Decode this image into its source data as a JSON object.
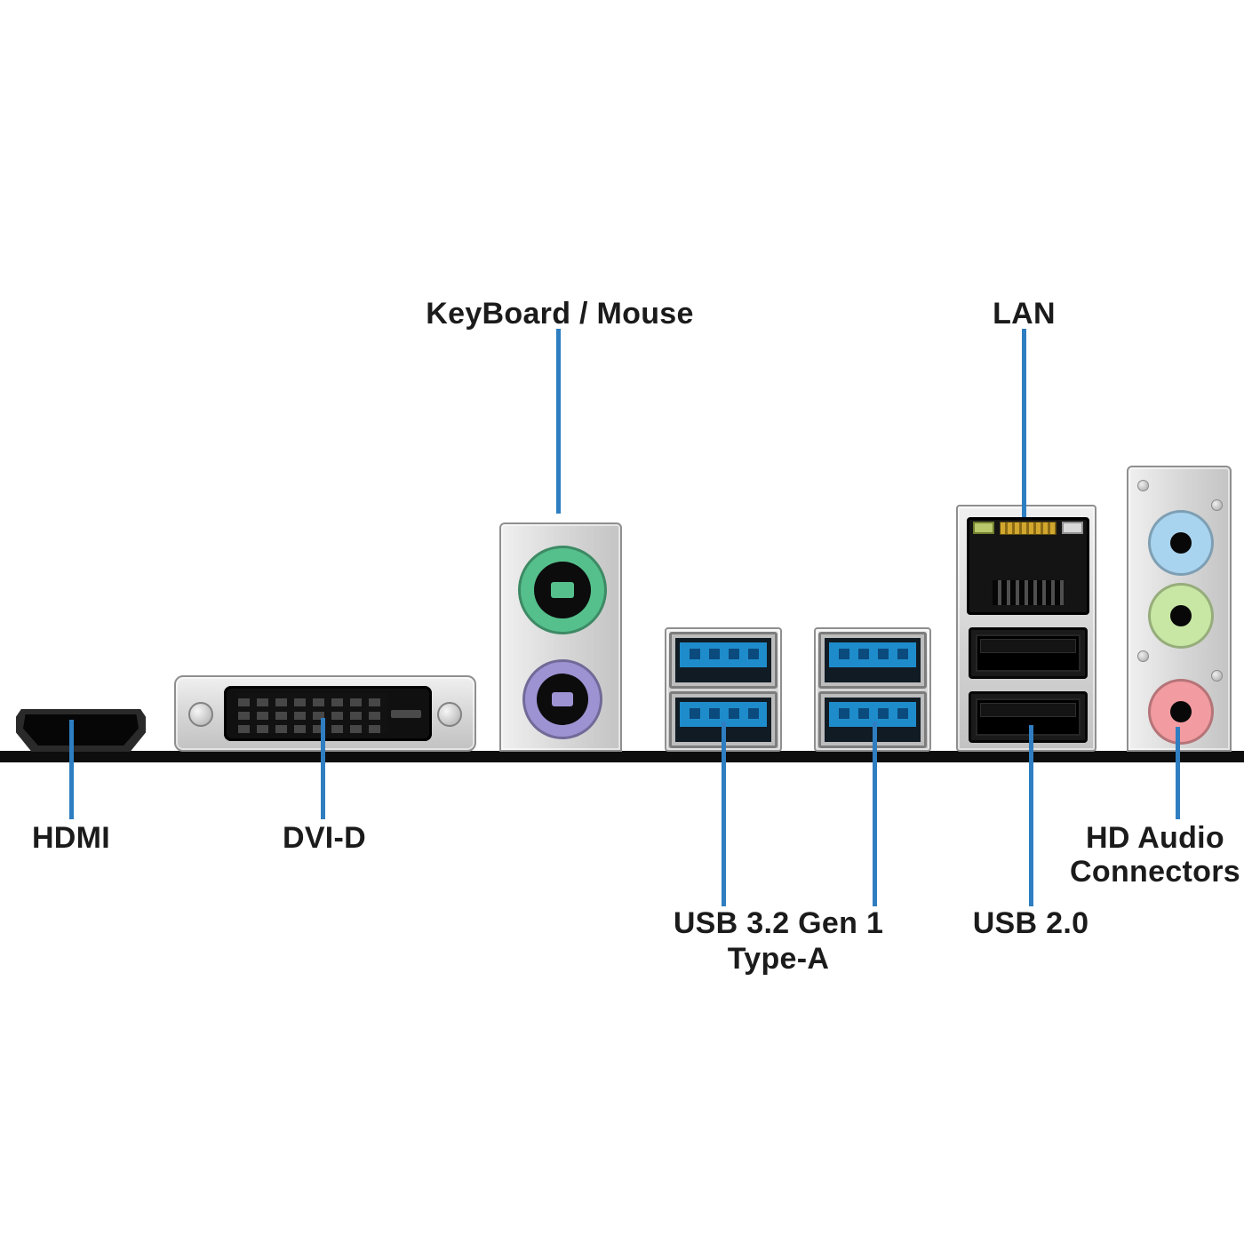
{
  "labels": {
    "keyboard_mouse": "KeyBoard / Mouse",
    "lan": "LAN",
    "hdmi": "HDMI",
    "dvi_d": "DVI-D",
    "usb32_line1": "USB 3.2 Gen 1",
    "usb32_line2": "Type-A",
    "usb20": "USB 2.0",
    "hd_audio_line1": "HD Audio",
    "hd_audio_line2": "Connectors"
  },
  "colors": {
    "leader": "#2E7EC1",
    "ps2_mouse": "#55C08C",
    "ps2_keyboard": "#9D93D3",
    "usb3": "#1E8CCB",
    "audio_line_in": "#A9D4EF",
    "audio_line_out": "#C8E7A4",
    "audio_mic": "#F29BA0"
  }
}
